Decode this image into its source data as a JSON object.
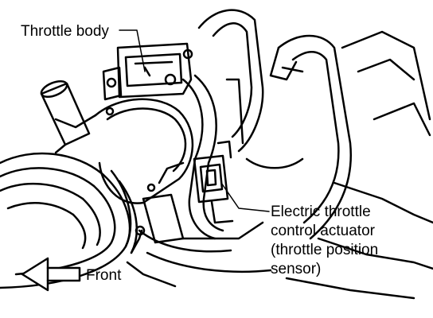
{
  "labels": {
    "throttle_body": "Throttle body",
    "actuator_lines": [
      "Electric throttle",
      "control actuator",
      "(throttle position",
      "sensor)"
    ],
    "front": "Front"
  },
  "colors": {
    "ink": "#000000",
    "background": "#ffffff"
  }
}
